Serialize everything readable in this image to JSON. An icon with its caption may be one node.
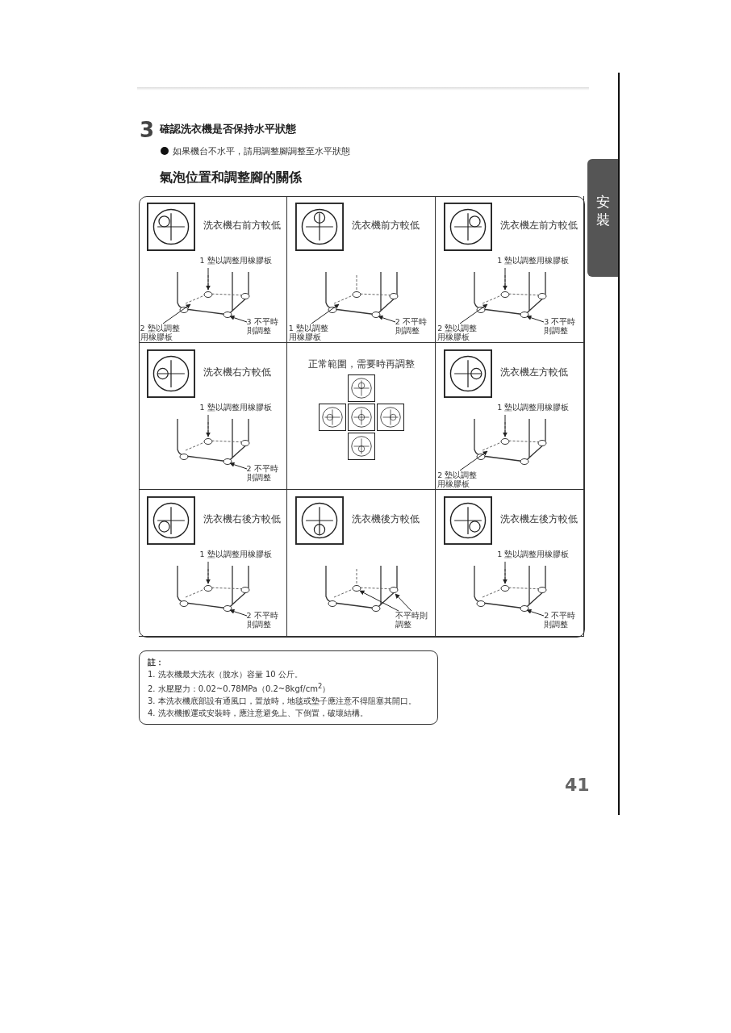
{
  "diagram": {
    "title": "確認洗衣機是否保持水平狀態",
    "nodes": [
      {
        "text": [
          "洗衣機右前方較低"
        ]
      },
      {
        "text": [
          "1 墊以調整用橡膠板"
        ],
        "in": 0
      },
      {
        "text": [
          "2 墊以調整用橡膠板"
        ],
        "in": 0
      },
      {
        "text": [
          "3 不平時則調整"
        ],
        "in": 0
      },
      {
        "text": [
          "洗衣機前方較低"
        ]
      },
      {
        "text": [
          "1 墊以調整用橡膠板"
        ],
        "in": 4
      },
      {
        "text": [
          "2 不平時則調整"
        ],
        "in": 4
      },
      {
        "text": [
          "洗衣機左前方較低"
        ]
      },
      {
        "text": [
          "1 墊以調整用橡膠板"
        ],
        "in": 7
      },
      {
        "text": [
          "2 墊以調整用橡膠板"
        ],
        "in": 7
      },
      {
        "text": [
          "3 不平時則調整"
        ],
        "in": 7
      },
      {
        "text": [
          "洗衣機右方較低"
        ]
      },
      {
        "text": [
          "1 墊以調整用橡膠板"
        ],
        "in": 11
      },
      {
        "text": [
          "2 不平時則調整"
        ],
        "in": 11
      },
      {
        "text": [
          "正常範圍，需要時再調整"
        ]
      },
      {
        "text": [
          "洗衣機左方較低"
        ]
      },
      {
        "text": [
          "1 墊以調整用橡膠板"
        ],
        "in": 15
      },
      {
        "text": [
          "2 墊以調整用橡膠板"
        ],
        "in": 15
      },
      {
        "text": [
          "洗衣機右後方較低"
        ]
      },
      {
        "text": [
          "1 墊以調整用橡膠板"
        ],
        "in": 18
      },
      {
        "text": [
          "2 不平時則調整"
        ],
        "in": 18
      },
      {
        "text": [
          "洗衣機後方較低"
        ]
      },
      {
        "text": [
          "不平時則調整"
        ],
        "in": 21
      },
      {
        "text": [
          "洗衣機左後方較低"
        ]
      },
      {
        "text": [
          "1 墊以調整用橡膠板"
        ],
        "in": 23
      },
      {
        "text": [
          "2 不平時則調整"
        ],
        "in": 23
      },
      {
        "text": [
          "註：",
          "1. 洗衣機最大洗衣（脫水）容量 10 公斤。",
          "2. 水壓壓力：0.02~0.78MPa（0.2~8kgf/cm$^{2}$）",
          "3. 本洗衣機底部設有通風口，置放時，地毯或墊子應注意不得阻塞其開口。",
          "4. 洗衣機搬運或安裝時，應注意避免上、下倒置，破壞結構。"
        ]
      },
      {
        "text": [
          "安裝"
        ]
      }
    ],
    "edges": [
      {
        "from": 1,
        "to": null,
        "arrow": "to"
      },
      {
        "from": 2,
        "to": null,
        "arrow": "to"
      },
      {
        "from": 3,
        "to": null,
        "arrow": "to"
      },
      {
        "from": 5,
        "to": null,
        "arrow": "to"
      },
      {
        "from": 6,
        "to": null,
        "arrow": "to"
      },
      {
        "from": 8,
        "to": null,
        "arrow": "to"
      },
      {
        "from": 9,
        "to": null,
        "arrow": "to"
      },
      {
        "from": 10,
        "to": null,
        "arrow": "to"
      },
      {
        "from": 12,
        "to": null,
        "arrow": "to"
      },
      {
        "from": 13,
        "to": null,
        "arrow": "to"
      },
      {
        "from": 16,
        "to": null,
        "arrow": "to"
      },
      {
        "from": 17,
        "to": null,
        "arrow": "to"
      },
      {
        "from": 19,
        "to": null,
        "arrow": "to"
      },
      {
        "from": 20,
        "to": null,
        "arrow": "to"
      },
      {
        "from": 22,
        "to": null,
        "arrow": "to"
      },
      {
        "from": 22,
        "to": null,
        "arrow": "to"
      },
      {
        "from": 24,
        "to": null,
        "arrow": "to"
      },
      {
        "from": 25,
        "to": null,
        "arrow": "to"
      }
    ],
    "labels": [
      "3",
      "如果機台不水平，請用調整腳調整至水平狀態",
      "氣泡位置和調整腳的關係",
      "41"
    ]
  }
}
